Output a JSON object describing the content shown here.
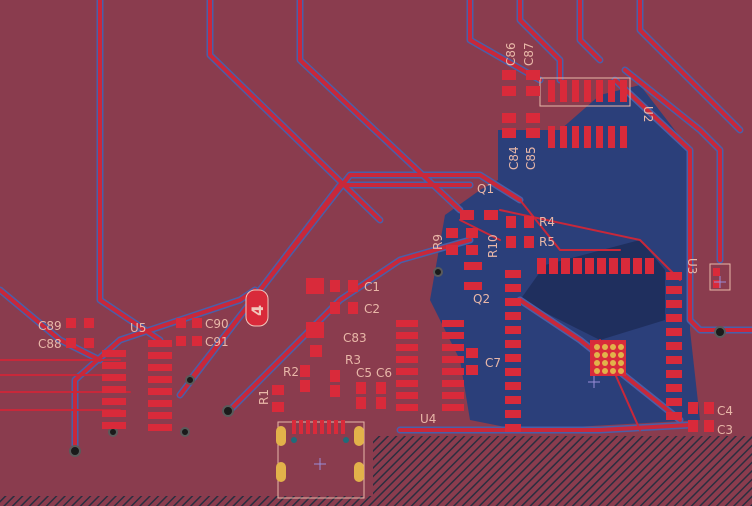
{
  "app": {
    "view": "PCB layout editor - front copper layer"
  },
  "colors": {
    "board": "#8a3c4e",
    "pour": "#2b3f7a",
    "trace_front": "#c8283a",
    "trace_outline": "#3c5aa0",
    "pad": "#d92a3a",
    "silk": "#e8b7a8",
    "edge": "#1b1f2a",
    "selected_ic": "#e2b24a"
  },
  "components": {
    "c1": "C1",
    "c2": "C2",
    "c3": "C3",
    "c4": "C4",
    "c5": "C5",
    "c6": "C6",
    "c7": "C7",
    "c83": "C83",
    "c84": "C84",
    "c85": "C85",
    "c86": "C86",
    "c87": "C87",
    "c88": "C88",
    "c89": "C89",
    "c90": "C90",
    "c91": "C91",
    "r1": "R1",
    "r2": "R2",
    "r3": "R3",
    "r4": "R4",
    "r5": "R5",
    "r10": "R10",
    "q1": "Q1",
    "q2": "Q2",
    "u2": "U2",
    "u3": "U3",
    "u4": "U4",
    "u5": "U5",
    "j4": "4"
  }
}
